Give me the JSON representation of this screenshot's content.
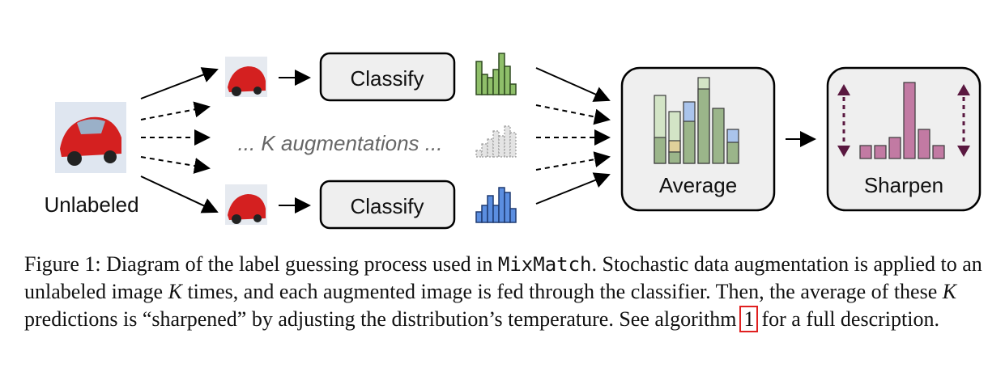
{
  "diagram": {
    "unlabeled_label": "Unlabeled",
    "classify_top": "Classify",
    "classify_bottom": "Classify",
    "k_augmentations": "... K augmentations ...",
    "average_label": "Average",
    "sharpen_label": "Sharpen"
  },
  "caption": {
    "fig_label": "Figure 1:",
    "seg1": "Diagram of the label guessing process used in",
    "mixmatch": "MixMatch",
    "seg2": ". Stochastic data augmentation is applied to an unlabeled image",
    "k1": "K",
    "seg3": "times, and each augmented image is fed through the classifier. Then, the average of these",
    "k2": "K",
    "seg4": "predictions is “sharpened” by adjusting the distribution’s temperature. See algorithm",
    "algo_ref": "1",
    "seg5": "for a full description."
  },
  "colors": {
    "green": "#8fbf6a",
    "blue": "#5b8ee0",
    "gray": "#c8c8c8",
    "sharpen": "#c27aa3",
    "arrow_dark": "#5a1840",
    "panel": "#efefef"
  }
}
